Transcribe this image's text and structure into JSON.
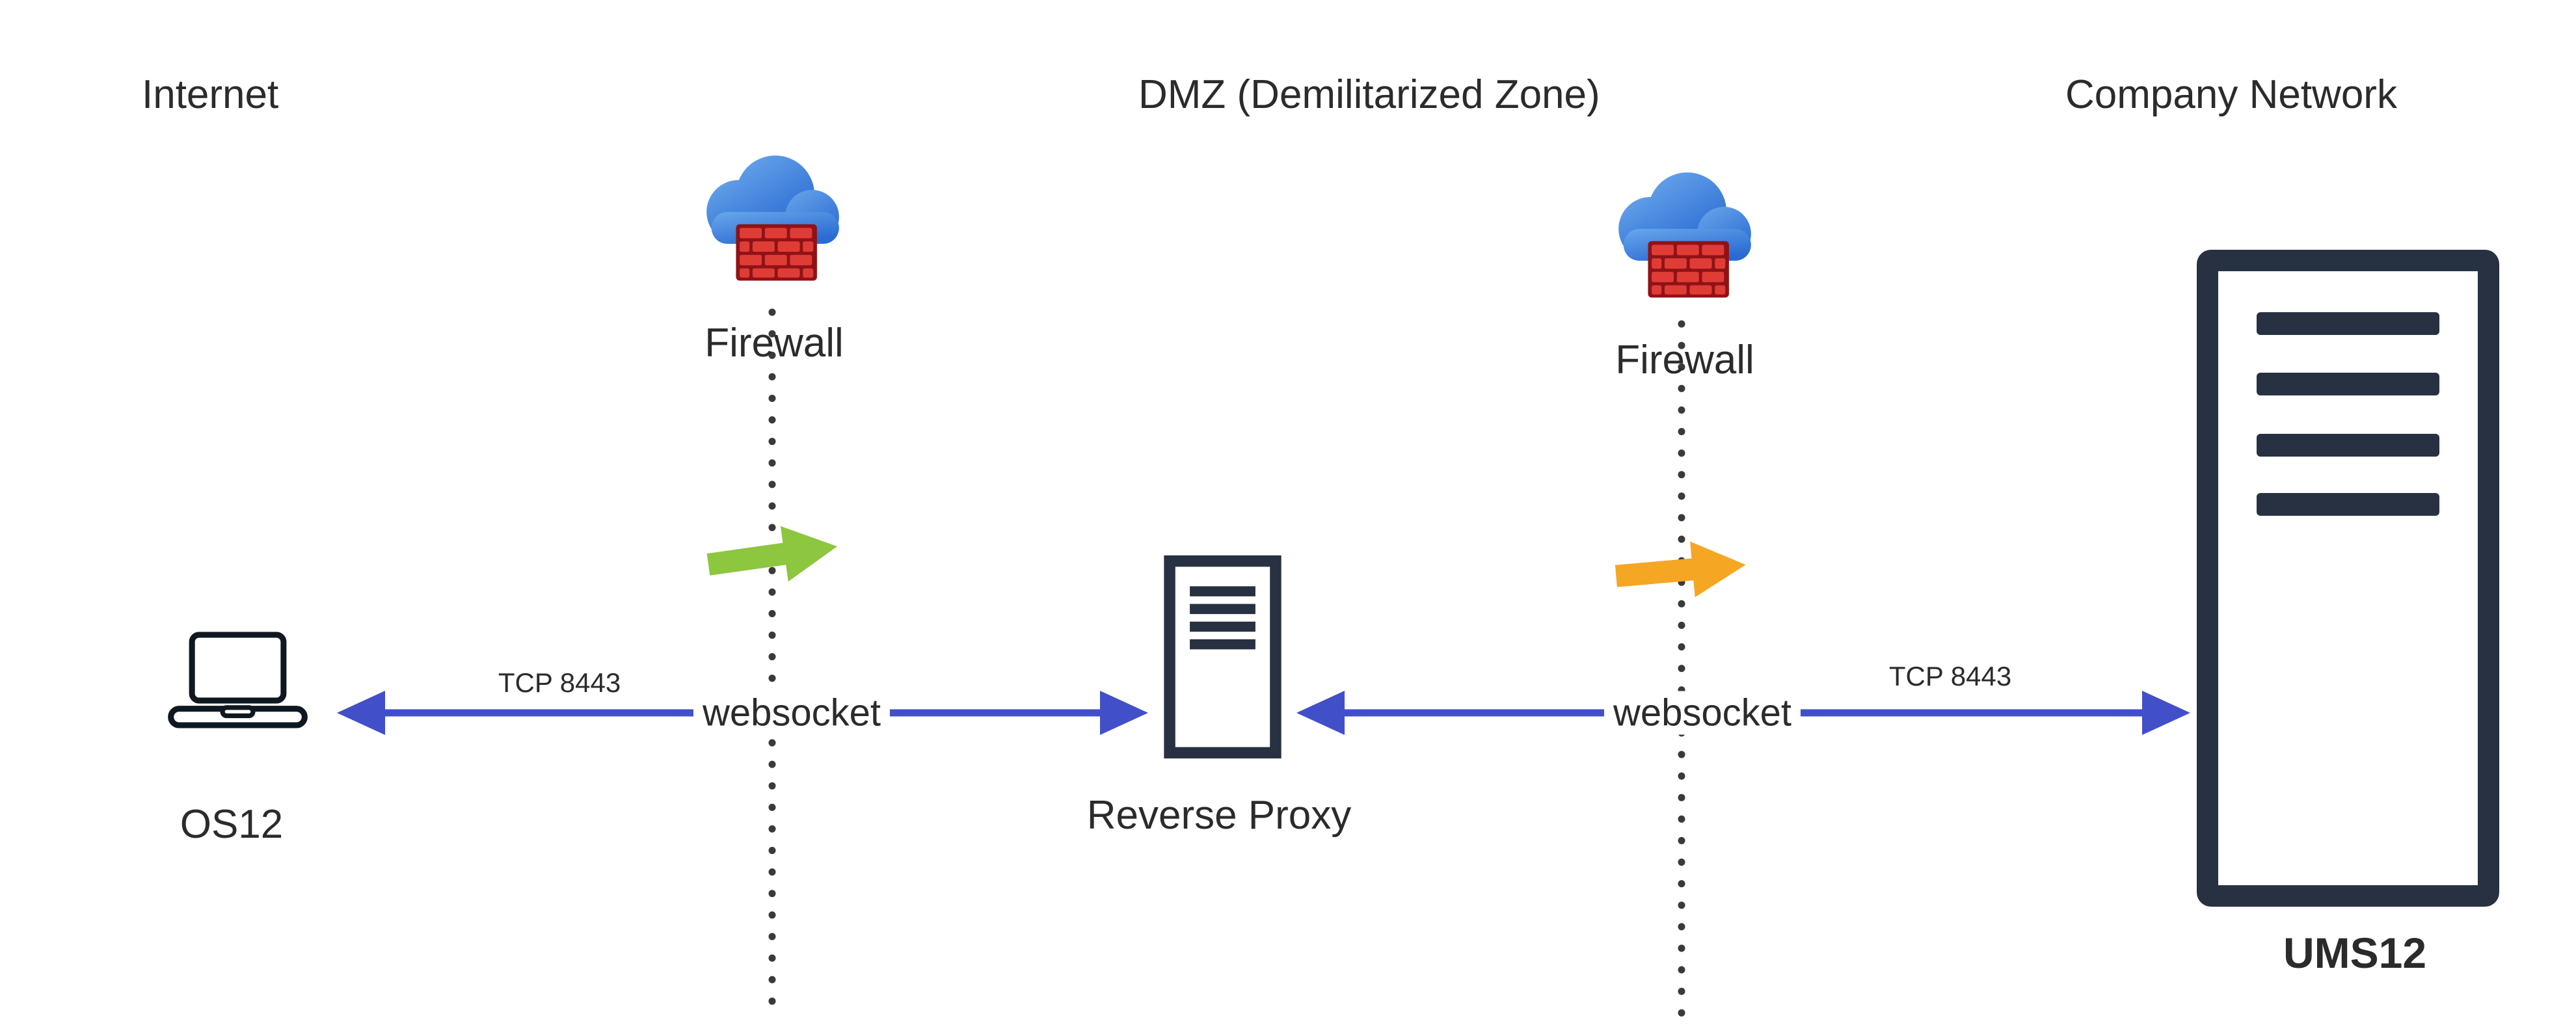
{
  "zones": [
    {
      "label": "Internet"
    },
    {
      "label": "DMZ (Demilitarized Zone)"
    },
    {
      "label": "Company Network"
    }
  ],
  "nodes": {
    "client": {
      "label": "OS12",
      "icon": "laptop-icon"
    },
    "firewall_left": {
      "label": "Firewall",
      "icon": "firewall-cloud-icon"
    },
    "firewall_right": {
      "label": "Firewall",
      "icon": "firewall-cloud-icon"
    },
    "reverse_proxy": {
      "label": "Reverse Proxy",
      "icon": "server-icon"
    },
    "ums_server": {
      "label": "UMS12",
      "icon": "server-tower-icon"
    }
  },
  "connections": {
    "client_proxy": {
      "port": "TCP 8443",
      "protocol": "websocket"
    },
    "proxy_server": {
      "port": "TCP 8443",
      "protocol": "websocket"
    }
  },
  "colors": {
    "arrow_blue": "#4150c8",
    "arrow_green": "#8dc63f",
    "arrow_orange": "#f5a623",
    "cloud_blue": "#3c83d8",
    "brick_red": "#b71c1c",
    "node_dark": "#273141",
    "text": "#2b2b2b"
  }
}
